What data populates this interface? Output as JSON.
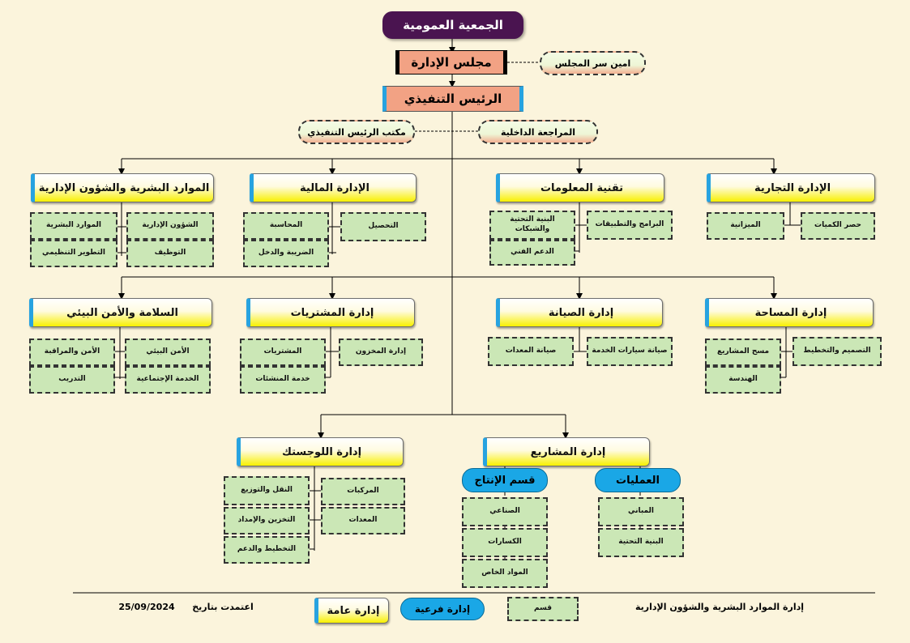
{
  "general_assembly": "الجمعية العمومية",
  "board": "مجلس الإدارة",
  "board_secretary": "امين سر المجلس",
  "ceo": "الرئيس التنفيذي",
  "ceo_office": "مكتب الرئيس التنفيذي",
  "internal_audit": "المراجعة الداخلية",
  "departments": {
    "hr": {
      "title": "الموارد البشرية والشؤون الإدارية",
      "sections": [
        "الشؤون الإدارية",
        "الموارد البشرية",
        "التوظيف",
        "التطوير التنظيمي"
      ]
    },
    "finance": {
      "title": "الإدارة المالية",
      "sections": [
        "التحصيل",
        "المحاسبة",
        "الضريبة والدخل"
      ]
    },
    "it": {
      "title": "تقنية المعلومات",
      "sections": [
        "البرامج والتطبيقات",
        "البنية التحتية والشبكات",
        "الدعم الفني"
      ]
    },
    "commercial": {
      "title": "الإدارة التجارية",
      "sections": [
        "حصر الكميات",
        "الميزانية"
      ]
    },
    "safety": {
      "title": "السلامة والأمن البيئي",
      "sections": [
        "الأمن البيئي",
        "الأمن والمراقبة",
        "الخدمة الإجتماعية",
        "التدريب"
      ]
    },
    "procurement": {
      "title": "إدارة المشتريات",
      "sections": [
        "إدارة المخزون",
        "المشتريات",
        "خدمة المنشئات"
      ]
    },
    "maintenance": {
      "title": "إدارة الصيانة",
      "sections": [
        "صيانة سيارات الخدمة",
        "صيانة المعدات"
      ]
    },
    "survey": {
      "title": "إدارة المساحة",
      "sections": [
        "التصميم والتخطيط",
        "مسح المشاريع",
        "الهندسة"
      ]
    },
    "logistics": {
      "title": "إدارة اللوجستك",
      "sections": [
        "المركبات",
        "النقل والتوزيع",
        "المعدات",
        "التخزين والإمداد",
        "التخطيط والدعم"
      ]
    },
    "projects": {
      "title": "إدارة المشاريع",
      "production": {
        "title": "قسم الإنتاج",
        "sections": [
          "الصناعي",
          "الكسارات",
          "المواد الخاص"
        ]
      },
      "operations": {
        "title": "العمليات",
        "sections": [
          "المباني",
          "البنية التحتية"
        ]
      }
    }
  },
  "footer": {
    "approved_label": "اعتمدت بتاريخ",
    "approved_date": "25/09/2024",
    "legend_general": "إدارة عامة",
    "legend_sub": "إدارة فرعية",
    "legend_section": "قسم",
    "owner": "إدارة الموارد البشرية والشؤون الإدارية"
  },
  "colors": {
    "assembly": "#4a1450",
    "board": "#f2a284",
    "accent": "#27a3e0",
    "section": "#cbe7b6",
    "sub": "#1aa7e6",
    "general": "#f8f000"
  }
}
